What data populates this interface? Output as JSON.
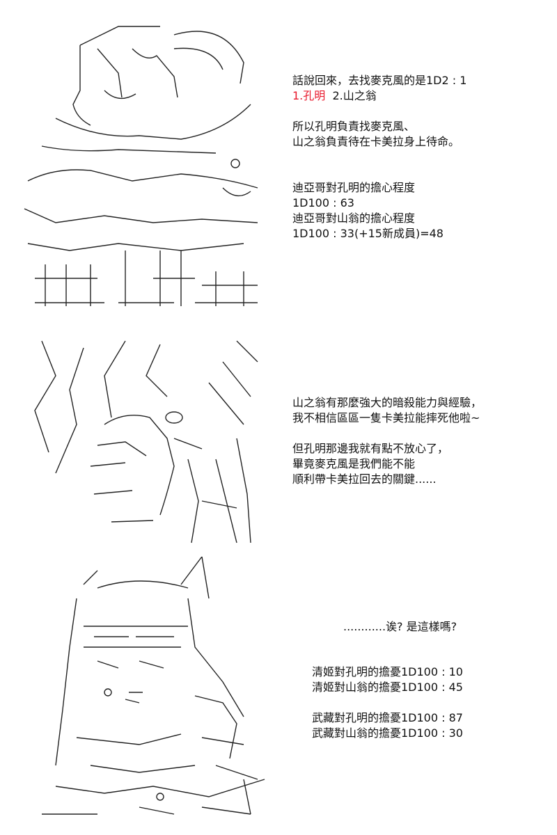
{
  "panel1": {
    "lines": [
      "話說回來，去找麥克風的是1D2 : 1",
      "",
      "所以孔明負責找麥克風、",
      "山之翁負責待在卡美拉身上待命。",
      "",
      "",
      "迪亞哥對孔明的擔心程度",
      "1D100 : 63",
      "迪亞哥對山翁的擔心程度",
      "1D100 : 33(+15新成員)=48"
    ],
    "option_red": "1.孔明",
    "option_other": "2.山之翁",
    "accent_color": "#e8182b"
  },
  "panel2": {
    "lines": [
      "山之翁有那麼強大的暗殺能力與經驗，",
      "我不相信區區一隻卡美拉能摔死他啦~",
      "",
      "但孔明那邊我就有點不放心了，",
      "畢竟麥克風是我們能不能",
      "順利帶卡美拉回去的關鍵......"
    ]
  },
  "panel3": {
    "question": "............诶? 是這樣嗎?",
    "lines": [
      "清姬對孔明的擔憂1D100 : 10",
      "清姬對山翁的擔憂1D100 : 45",
      "",
      "武藏對孔明的擔憂1D100 : 87",
      "武藏對山翁的擔憂1D100 : 30"
    ]
  }
}
